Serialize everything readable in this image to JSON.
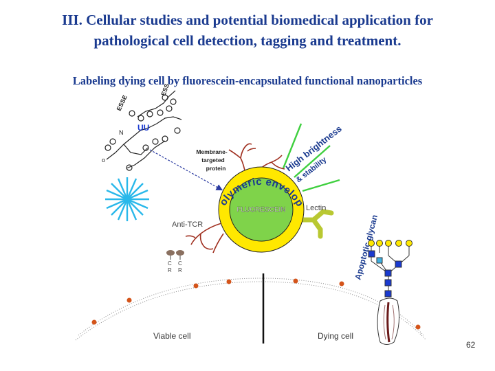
{
  "slide": {
    "title_line1": "III. Cellular studies and potential biomedical application for",
    "title_line2": "pathological cell detection, tagging  and treatment.",
    "subtitle": "Labeling dying cell by fluorescein-encapsulated functional nanoparticles",
    "page_number": "62"
  },
  "diagram": {
    "core_label": "FLUORESCEIN",
    "envelope_label": "Polymeric envelope",
    "membrane_label_1": "Membrane-",
    "membrane_label_2": "targeted",
    "membrane_label_3": "protein",
    "brightness_label_1": "High brightness",
    "brightness_label_2": "& stability",
    "lectin_label": "Lectin",
    "anti_tcr_label": "Anti-TCR",
    "tcr_label_1": "C\nR",
    "apoptotic_label": "Apoptotic glycan",
    "viable_label": "Viable cell",
    "dying_label": "Dying cell",
    "colors": {
      "title": "#1a3a8f",
      "core": "#7fd34a",
      "envelope": "#ffe800",
      "envelope_text": "#1a3a8f",
      "rays": "#3fcf3f",
      "star": "#29b8ea",
      "receptor": "#a03020",
      "lectin": "#b9c832",
      "glycan_square": "#1a3ad0",
      "glycan_circle": "#ffe800",
      "membrane_dot": "#d4541a"
    }
  }
}
